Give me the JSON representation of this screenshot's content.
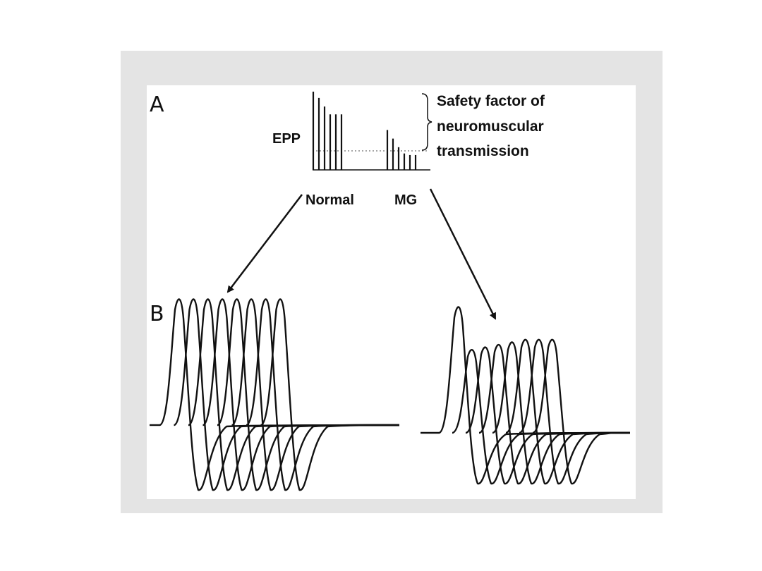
{
  "figure": {
    "panel_a_label": "A",
    "panel_b_label": "B",
    "epp_label": "EPP",
    "normal_label": "Normal",
    "mg_label": "MG",
    "safety_factor_lines": [
      "Safety factor of",
      "neuromuscular",
      "transmission"
    ]
  },
  "epp_bars": {
    "normal": [
      1.0,
      0.92,
      0.81,
      0.71,
      0.71,
      0.71
    ],
    "mg": [
      0.51,
      0.4,
      0.29,
      0.21,
      0.19,
      0.19
    ],
    "threshold": 0.24
  },
  "action_potentials": {
    "normal": {
      "count": 8,
      "amplitude": [
        1,
        1,
        1,
        1,
        1,
        1,
        1,
        1
      ]
    },
    "mg": {
      "count": 8,
      "amplitude": [
        1.0,
        0.66,
        0.68,
        0.7,
        0.72,
        0.74,
        0.74,
        0.74
      ]
    }
  },
  "colors": {
    "ink": "#111111",
    "frame": "#e4e4e4",
    "threshold": "#8a8a8a"
  }
}
